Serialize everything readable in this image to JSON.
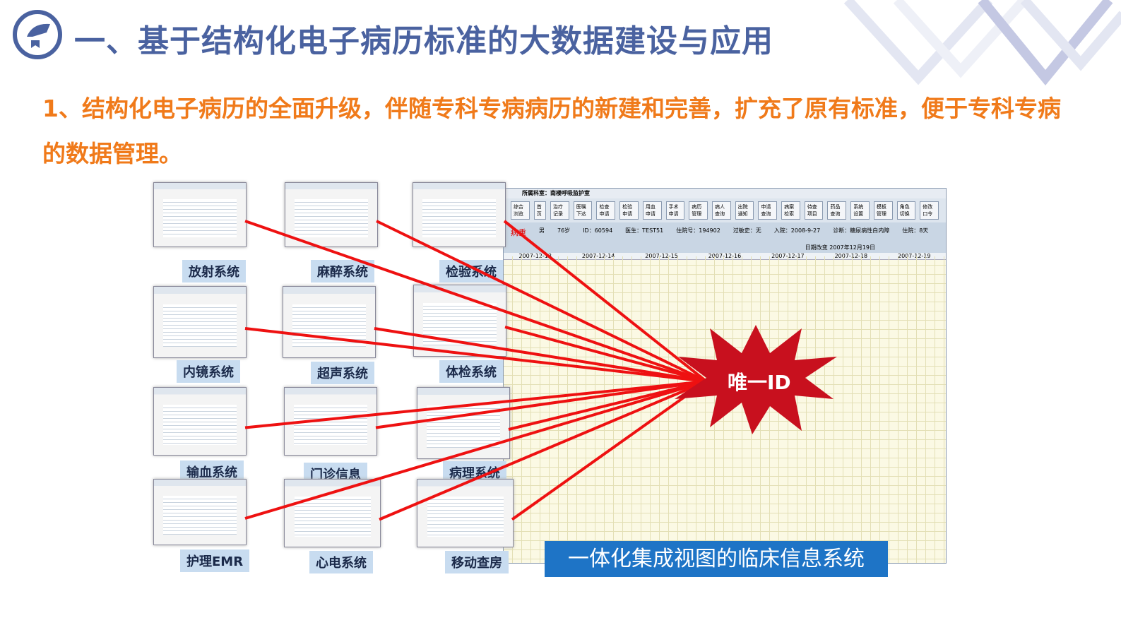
{
  "header": {
    "title": "一、基于结构化电子病历标准的大数据建设与应用",
    "icon": "edit-badge-icon",
    "color": "#4a62a0"
  },
  "subtitle": "1、结构化电子病历的全面升级，伴随专科专病病历的新建和完善，扩充了原有标准，便于专科专病的数据管理。",
  "systems": [
    "放射系统",
    "麻醉系统",
    "检验系统",
    "内镜系统",
    "超声系统",
    "体检系统",
    "输血系统",
    "门诊信息",
    "病理系统",
    "护理EMR",
    "心电系统",
    "移动查房"
  ],
  "center_label": "唯一ID",
  "banner": "一体化集成视图的临床信息系统",
  "emr": {
    "department": "所属科室：南楼呼吸监护室",
    "toolbar": [
      "综合浏览",
      "首页",
      "治疗记录",
      "医嘱下达",
      "检查申请",
      "检验申请",
      "用血申请",
      "手术申请",
      "病历管理",
      "病人查询",
      "出院通知",
      "申请查询",
      "病案检索",
      "待查项目",
      "药品查询",
      "系统设置",
      "模板管理",
      "角色切换",
      "修改口令"
    ],
    "patient": [
      "病重",
      "男",
      "76岁",
      "ID：60594",
      "医生：TEST51",
      "住院号：194902",
      "过敏史：无",
      "入院：2008-9-27",
      "诊断：糖尿病性白内障",
      "住院：8天"
    ],
    "date_change": "日期改变 2007年12月19日",
    "dates": [
      "2007-12-13",
      "2007-12-14",
      "2007-12-15",
      "2007-12-16",
      "2007-12-17",
      "2007-12-18",
      "2007-12-19"
    ]
  },
  "colors": {
    "accent": "#f07a1a",
    "link": "#ee1111",
    "banner": "#1e74c6"
  }
}
